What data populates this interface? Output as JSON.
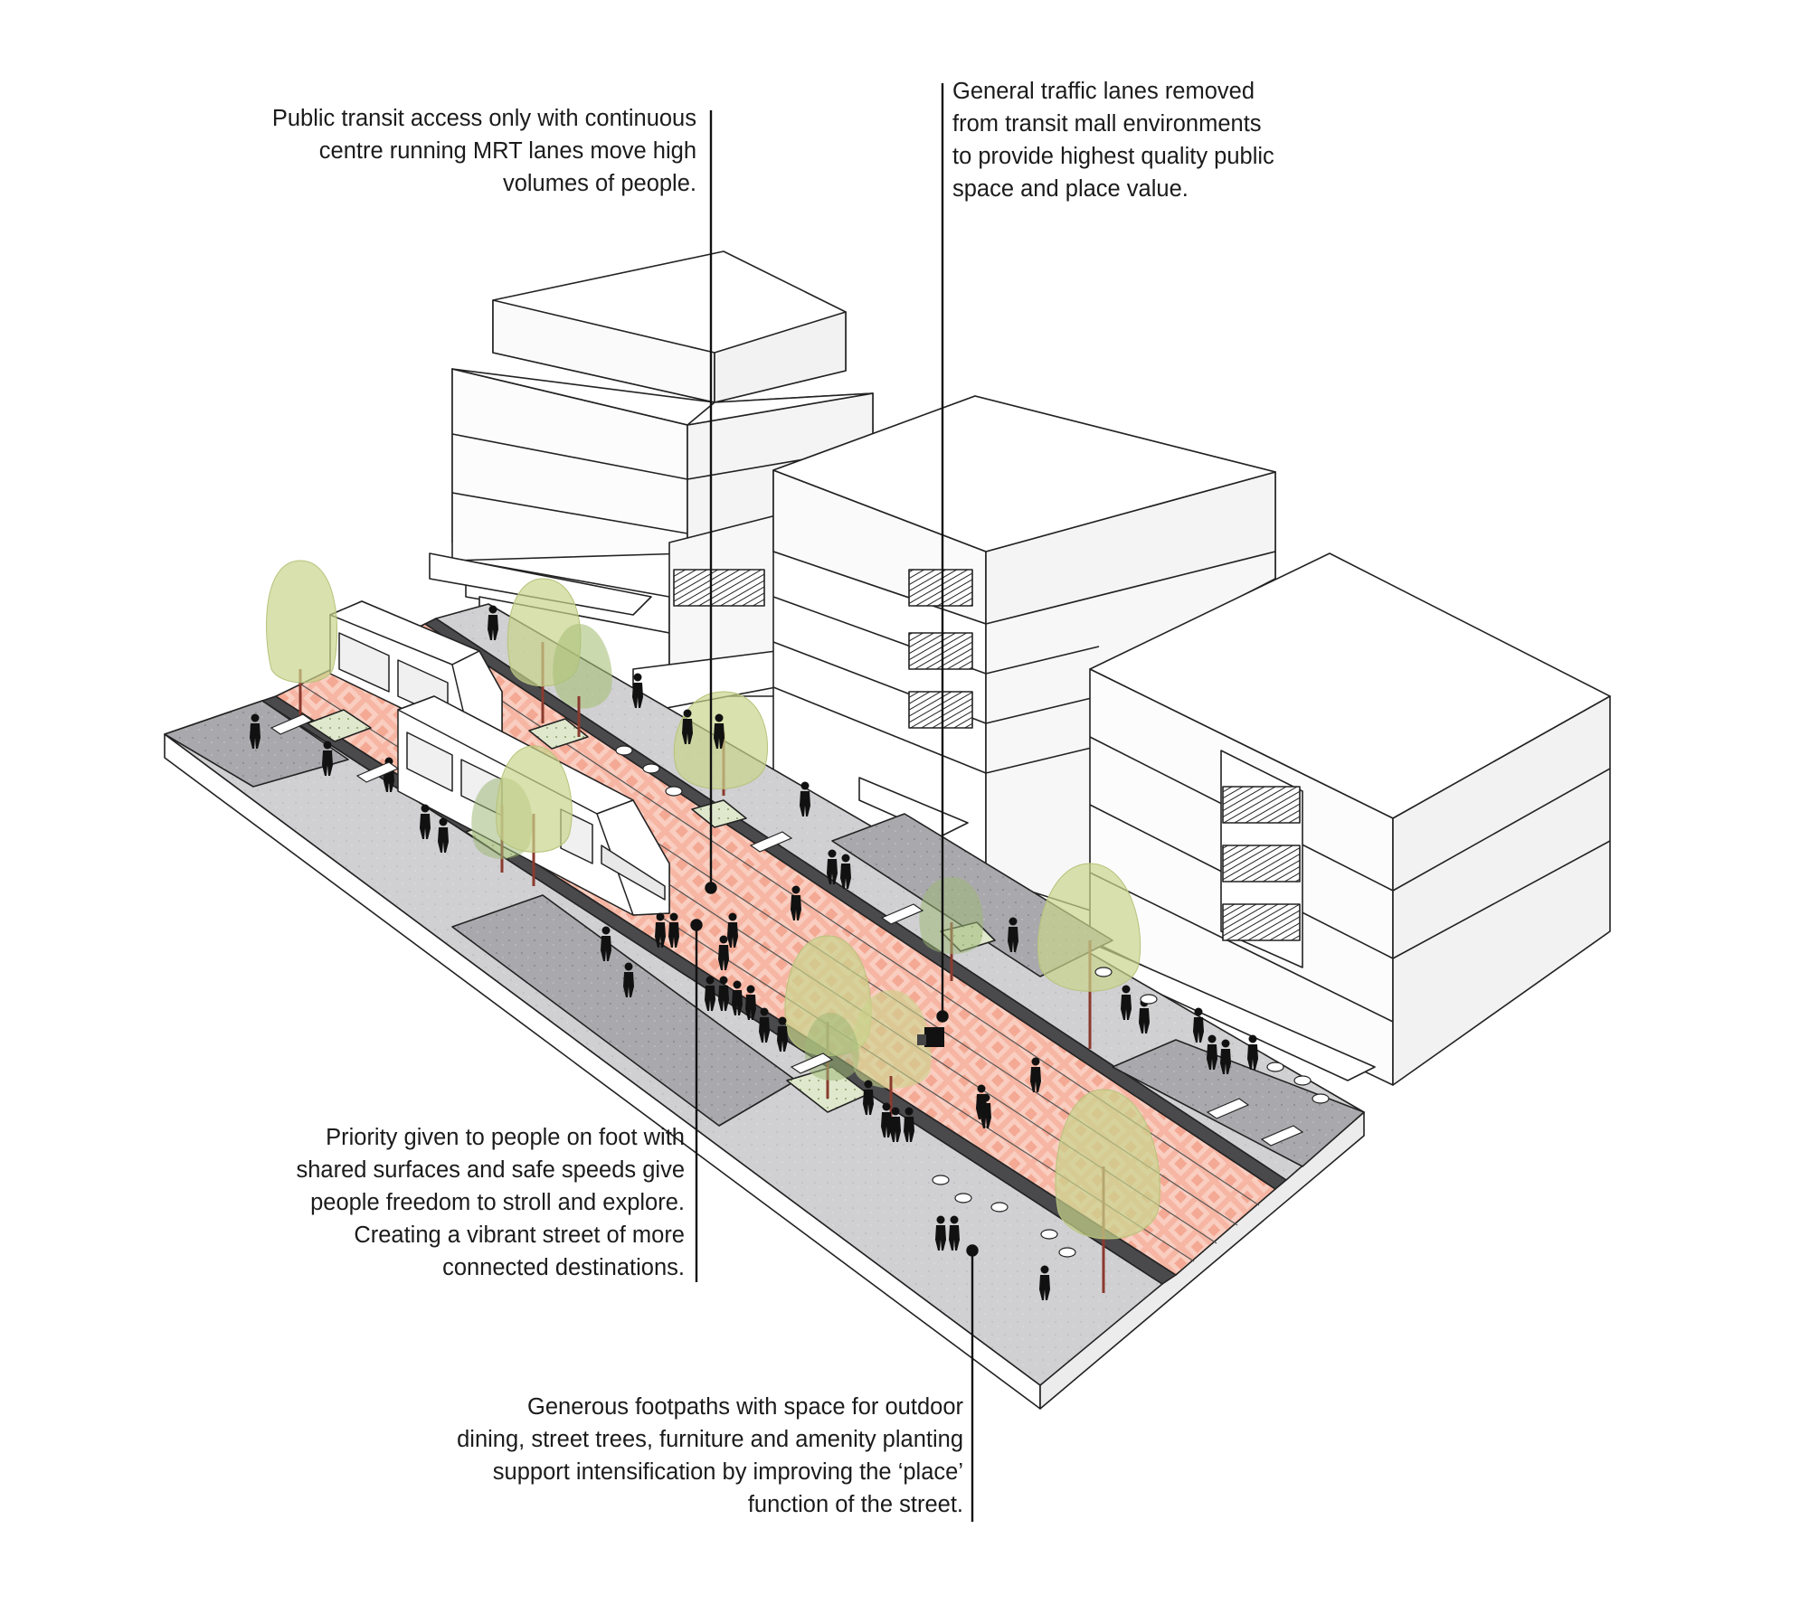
{
  "annotations": {
    "transit_access": "Public transit access only with continuous\ncentre running MRT lanes move high\nvolumes of people.",
    "traffic_removed": "General traffic lanes removed\nfrom transit mall environments\nto provide highest quality public\nspace and place value.",
    "pedestrian_priority": "Priority given to people on foot with\nshared surfaces and safe speeds give\npeople freedom to stroll and explore.\nCreating a vibrant street of more\nconnected destinations.",
    "footpaths": "Generous footpaths with space for outdoor\ndining, street trees, furniture and amenity planting\nsupport intensification by improving the ‘place’\nfunction of the street."
  },
  "colors": {
    "transit_lane": "#f7b9a6",
    "footpath_light": "#cfcfd1",
    "footpath_dark": "#a6a6aa",
    "tree_canopy": "#d7e0a6",
    "tree_trunk": "#8a3a2e",
    "leader": "#111111"
  }
}
